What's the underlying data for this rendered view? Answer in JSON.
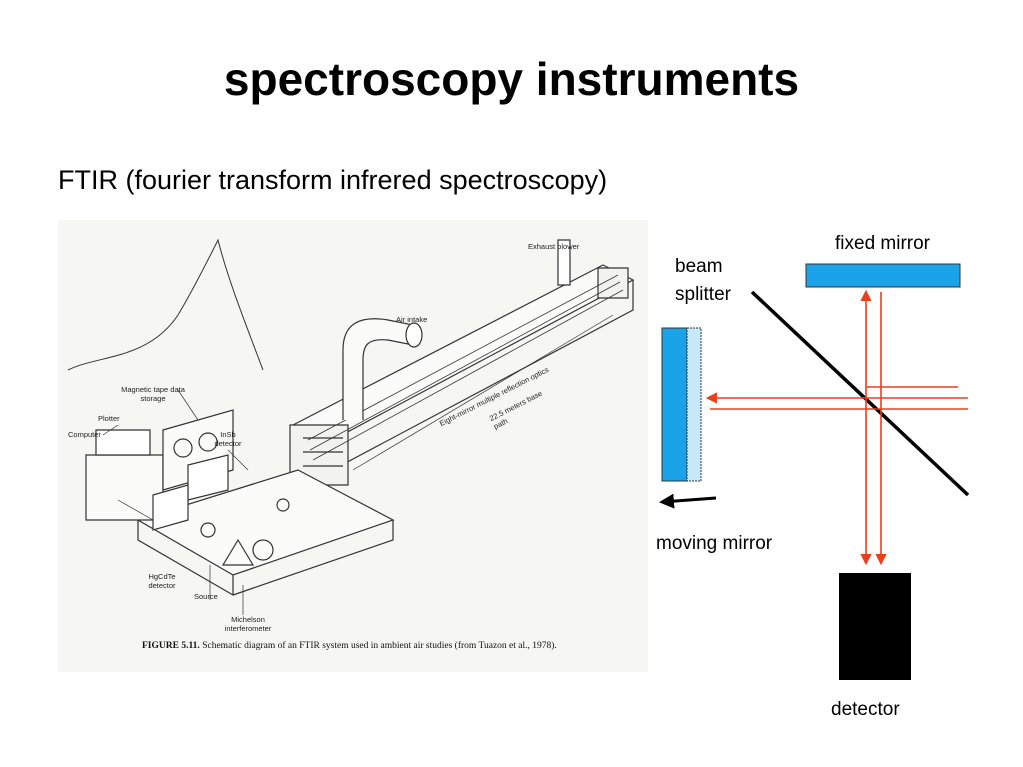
{
  "title": "spectroscopy instruments",
  "subtitle": "FTIR (fourier transform infrered spectroscopy)",
  "figure": {
    "labels": {
      "exhaust_blower": "Exhaust blower",
      "air_intake": "Air intake",
      "magnetic_tape": "Magnetic tape data storage",
      "plotter": "Plotter",
      "computer": "Computer",
      "insb": "InSb detector",
      "eight_mirror": "Eight-mirror multiple reflection optics",
      "base_path": "22.5 meters base path",
      "hgcdte": "HgCdTe detector",
      "source": "Source",
      "michelson": "Michelson interferometer"
    },
    "caption_label": "FIGURE 5.11.",
    "caption_text": "Schematic diagram of an FTIR system used in ambient air studies (from Tuazon et al., 1978)."
  },
  "diagram": {
    "fixed_mirror": "fixed mirror",
    "beam_splitter_line1": "beam",
    "beam_splitter_line2": "splitter",
    "moving_mirror": "moving mirror",
    "detector": "detector",
    "colors": {
      "mirror": "#1aa3e8",
      "mirror_light": "#c9e8fa",
      "beam": "#e8401c",
      "detector": "#000000"
    }
  }
}
